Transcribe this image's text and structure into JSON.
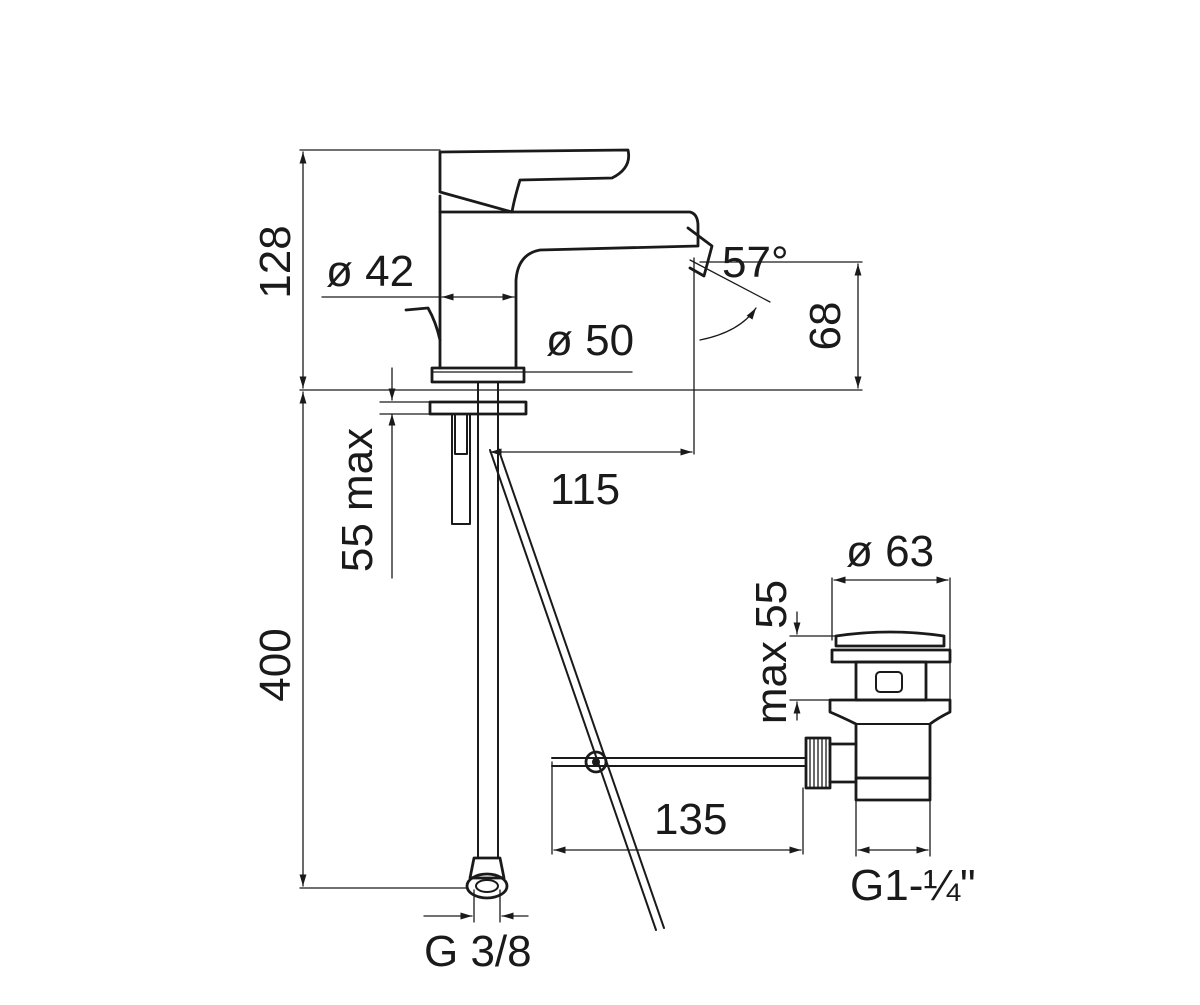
{
  "labels": {
    "height_total": "128",
    "diameter_body": "ø 42",
    "angle": "57°",
    "height_spout": "68",
    "diameter_base": "ø 50",
    "counter_max": "55 max",
    "spout_reach": "115",
    "hose_length": "400",
    "diameter_waste": "ø 63",
    "waste_max": "max 55",
    "rod_length": "135",
    "waste_thread": "G1-¼\"",
    "inlet_thread": "G 3/8"
  }
}
